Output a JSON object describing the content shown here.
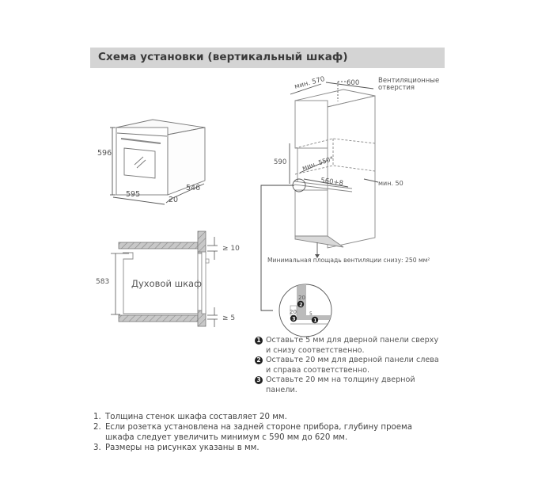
{
  "header": {
    "title": "Схема установки (вертикальный шкаф)",
    "bar_color": "#d4d4d4"
  },
  "oven_front_view": {
    "height": "596",
    "width": "595",
    "depth": "546",
    "door_thickness": "20"
  },
  "side_section": {
    "label": "Духовой шкаф",
    "height": "583",
    "top_gap": "≥ 10",
    "bottom_gap": "≥ 5"
  },
  "cabinet_view": {
    "min_depth": "мин. 570",
    "width": "600",
    "vent_label_line1": "Вентиляционные",
    "vent_label_line2": "отверстия",
    "niche_height": "590",
    "min_niche_depth": "мин. 550*",
    "niche_width": "560+8",
    "min_gap": "мин. 50",
    "bottom_vent_note": "Минимальная площадь вентиляции снизу: 250 мм²"
  },
  "detail": {
    "dim_a": "20",
    "dim_b": "20",
    "dim_c": "5",
    "markers": [
      "1",
      "2",
      "3"
    ]
  },
  "legend": [
    {
      "num": "1",
      "text": "Оставьте 5 мм для дверной панели сверху и снизу соответственно."
    },
    {
      "num": "2",
      "text": "Оставьте 20 мм для дверной панели слева и справа соответственно."
    },
    {
      "num": "3",
      "text": "Оставьте 20 мм на толщину дверной панели."
    }
  ],
  "notes": [
    {
      "num": "1.",
      "text": "Толщина стенок шкафа составляет 20 мм."
    },
    {
      "num": "2.",
      "text": "Если розетка установлена на задней стороне прибора, глубину проема шкафа следует увеличить минимум с 590 мм до 620 мм."
    },
    {
      "num": "3.",
      "text": "Размеры на рисунках указаны в мм."
    }
  ]
}
